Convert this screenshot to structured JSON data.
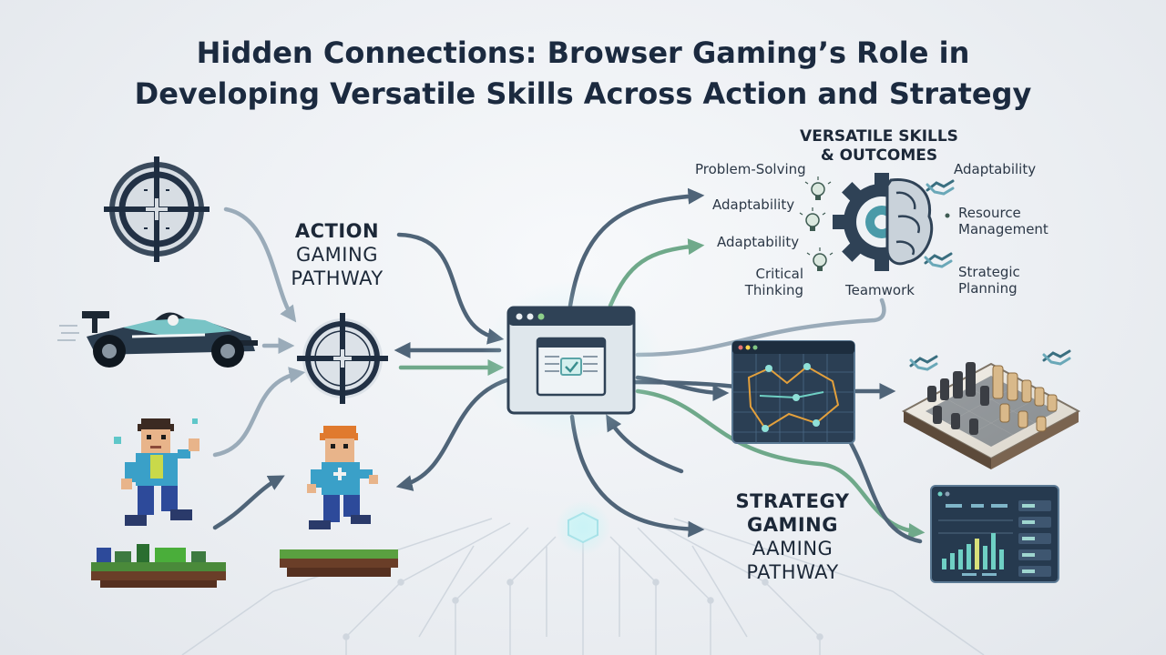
{
  "title": {
    "line1": "Hidden Connections: Browser Gaming’s Role in",
    "line2": "Developing Versatile Skills Across Action and Strategy"
  },
  "action_pathway": {
    "line1": "ACTION",
    "line2": "GAMING",
    "line3": "PATHWAY"
  },
  "strategy_pathway": {
    "line1": "STRATEGY",
    "line2": "GAMING",
    "line3": "AAMING",
    "line4": "PATHWAY"
  },
  "skills": {
    "heading_line1": "VERSATILE SKILLS",
    "heading_line2": "& OUTCOMES",
    "problem_solving": "Problem-Solving",
    "adaptability_1": "Adaptability",
    "adaptability_2": "Adaptability",
    "adaptability_3": "Adaptability",
    "critical_line1": "Critical",
    "critical_line2": "Thinking",
    "teamwork": "Teamwork",
    "resource_line1": "Resource",
    "resource_line2": "Management",
    "strategic_line1": "Strategic",
    "strategic_line2": "Planning"
  },
  "colors": {
    "arrow_slate": "#4f6478",
    "arrow_green": "#6fa98a",
    "arrow_light": "#9aabb9",
    "navy": "#1e2d40",
    "teal": "#4a9aa8",
    "glow": "#7fd8e0"
  },
  "icons": [
    "crosshair-icon",
    "race-car-icon",
    "pixel-character-icon",
    "browser-window-icon",
    "gear-brain-icon",
    "lightbulb-icon",
    "handshake-icon",
    "chess-board-icon",
    "strategy-map-icon",
    "analytics-dashboard-icon"
  ]
}
